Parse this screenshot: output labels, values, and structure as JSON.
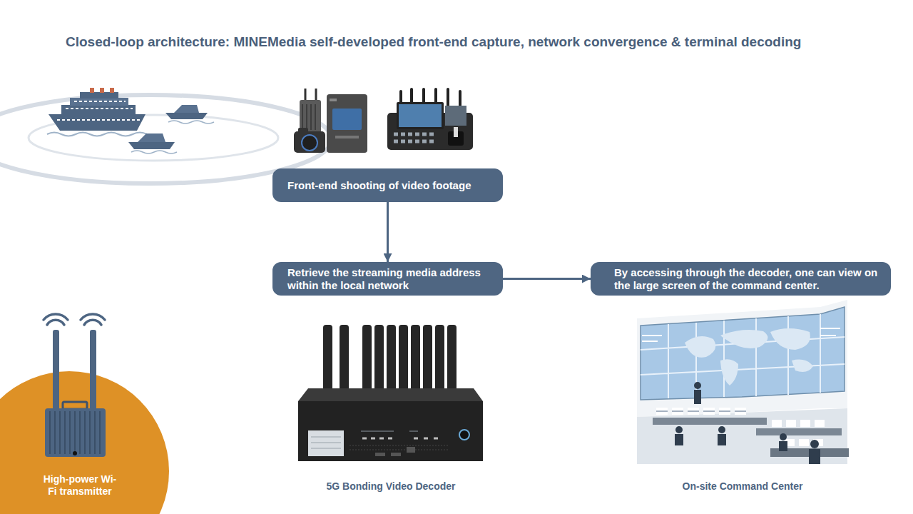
{
  "diagram": {
    "title": "Closed-loop architecture: MINEMedia self-developed front-end capture, network convergence & terminal decoding",
    "nodes": [
      {
        "text": [
          "Front-end shooting of video footage"
        ]
      },
      {
        "text": [
          "Retrieve the streaming media address within the local network"
        ]
      },
      {
        "text": [
          "By accessing through the decoder, one can view on the large screen of the command center."
        ]
      },
      {
        "text": [
          "High-power Wi-Fi transmitter"
        ]
      }
    ],
    "edges": [
      {
        "from": 0,
        "to": 1,
        "arrow": "to"
      },
      {
        "from": 1,
        "to": 2,
        "arrow": "to"
      }
    ],
    "labels": [
      "5G Bonding Video Decoder",
      "On-site Command Center"
    ]
  }
}
